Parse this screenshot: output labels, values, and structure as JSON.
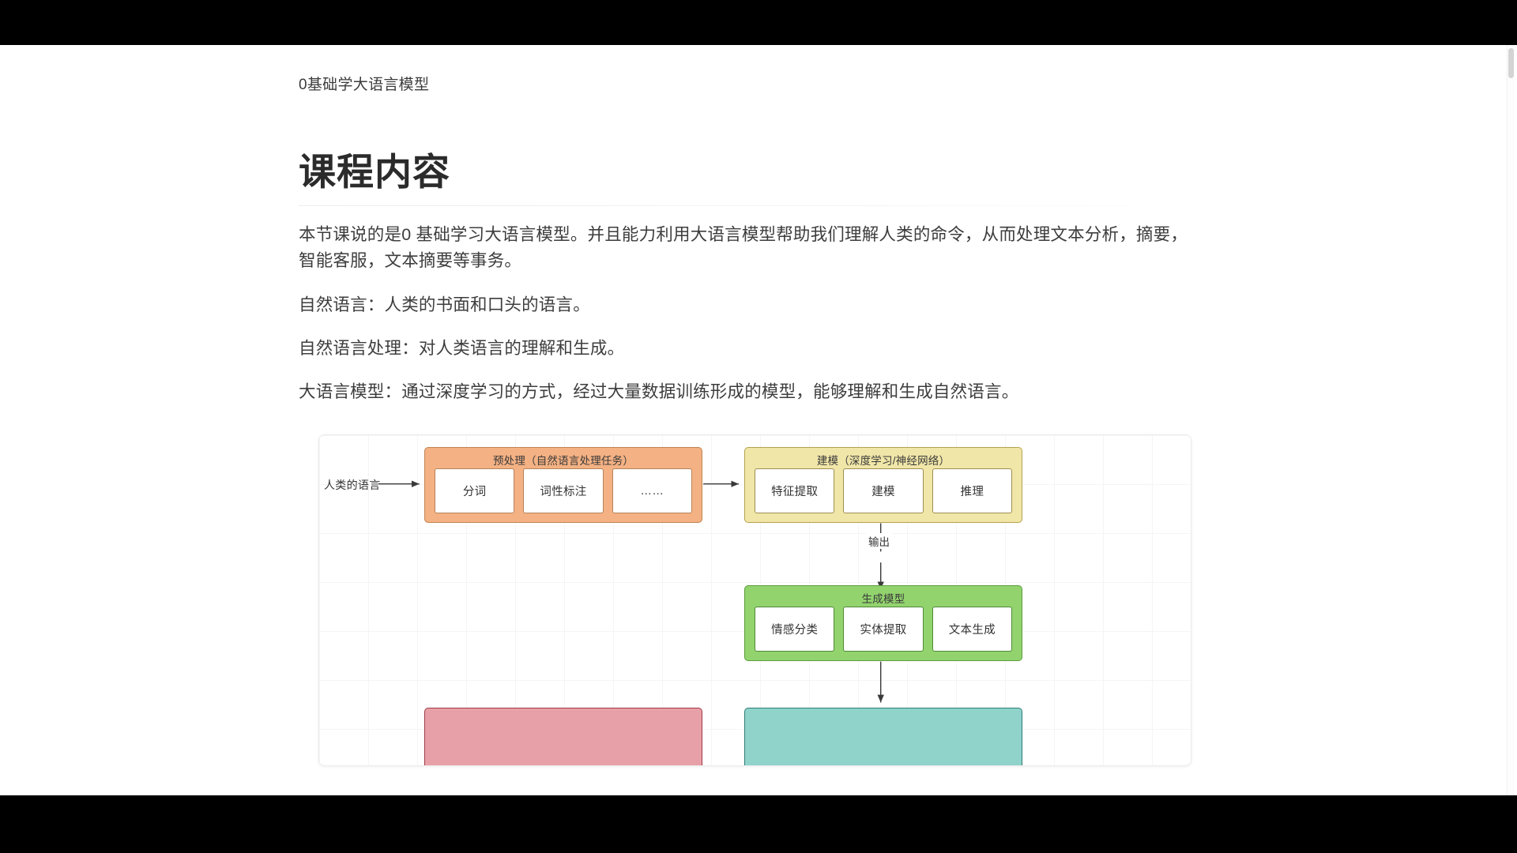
{
  "breadcrumb": "0基础学大语言模型",
  "page_title": "课程内容",
  "paragraphs": [
    "本节课说的是0 基础学习大语言模型。并且能力利用大语言模型帮助我们理解人类的命令，从而处理文本分析，摘要，智能客服，文本摘要等事务。",
    "自然语言：人类的书面和口头的语言。",
    "自然语言处理：对人类语言的理解和生成。",
    "大语言模型：通过深度学习的方式，经过大量数据训练形成的模型，能够理解和生成自然语言。"
  ],
  "diagram": {
    "input_label": "人类的语言",
    "output_label": "输出",
    "preprocess": {
      "title": "预处理（自然语言处理任务）",
      "color": "#f4b183",
      "items": [
        "分词",
        "词性标注",
        "……"
      ]
    },
    "modeling": {
      "title": "建模（深度学习/神经网络）",
      "color": "#f0e6a8",
      "items": [
        "特征提取",
        "建模",
        "推理"
      ]
    },
    "generation": {
      "title": "生成模型",
      "color": "#92d36e",
      "items": [
        "情感分类",
        "实体提取",
        "文本生成"
      ]
    }
  },
  "colors": {
    "text": "#3d3d3d",
    "title": "#2b2b2b",
    "orange": "#f4b183",
    "yellow": "#f0e6a8",
    "green": "#92d36e",
    "red": "#e8a0a8",
    "teal": "#8fd3cb"
  }
}
